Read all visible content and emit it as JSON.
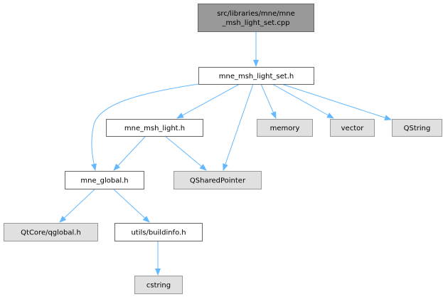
{
  "colors": {
    "edge": "#63b8ff",
    "focus_fill": "#999999",
    "focus_border": "#666666",
    "documented_fill": "#ffffff",
    "documented_border": "#666666",
    "external_fill": "#e0e0e0",
    "external_border": "#999999"
  },
  "nodes": {
    "root": {
      "lines": [
        "src/libraries/mne/mne",
        "_msh_light_set.cpp"
      ],
      "kind": "focus"
    },
    "set_h": {
      "lines": [
        "mne_msh_light_set.h"
      ],
      "kind": "documented"
    },
    "light_h": {
      "lines": [
        "mne_msh_light.h"
      ],
      "kind": "documented"
    },
    "memory": {
      "lines": [
        "memory"
      ],
      "kind": "external"
    },
    "vector": {
      "lines": [
        "vector"
      ],
      "kind": "external"
    },
    "qstring": {
      "lines": [
        "QString"
      ],
      "kind": "external"
    },
    "global_h": {
      "lines": [
        "mne_global.h"
      ],
      "kind": "documented"
    },
    "qsharedpointer": {
      "lines": [
        "QSharedPointer"
      ],
      "kind": "external"
    },
    "qglobal": {
      "lines": [
        "QtCore/qglobal.h"
      ],
      "kind": "external"
    },
    "buildinfo": {
      "lines": [
        "utils/buildinfo.h"
      ],
      "kind": "documented"
    },
    "cstring": {
      "lines": [
        "cstring"
      ],
      "kind": "external"
    }
  },
  "edges": [
    {
      "from": "root",
      "to": "set_h"
    },
    {
      "from": "set_h",
      "to": "global_h"
    },
    {
      "from": "set_h",
      "to": "light_h"
    },
    {
      "from": "set_h",
      "to": "qsharedpointer"
    },
    {
      "from": "set_h",
      "to": "memory"
    },
    {
      "from": "set_h",
      "to": "vector"
    },
    {
      "from": "set_h",
      "to": "qstring"
    },
    {
      "from": "light_h",
      "to": "global_h"
    },
    {
      "from": "light_h",
      "to": "qsharedpointer"
    },
    {
      "from": "global_h",
      "to": "qglobal"
    },
    {
      "from": "global_h",
      "to": "buildinfo"
    },
    {
      "from": "buildinfo",
      "to": "cstring"
    }
  ]
}
